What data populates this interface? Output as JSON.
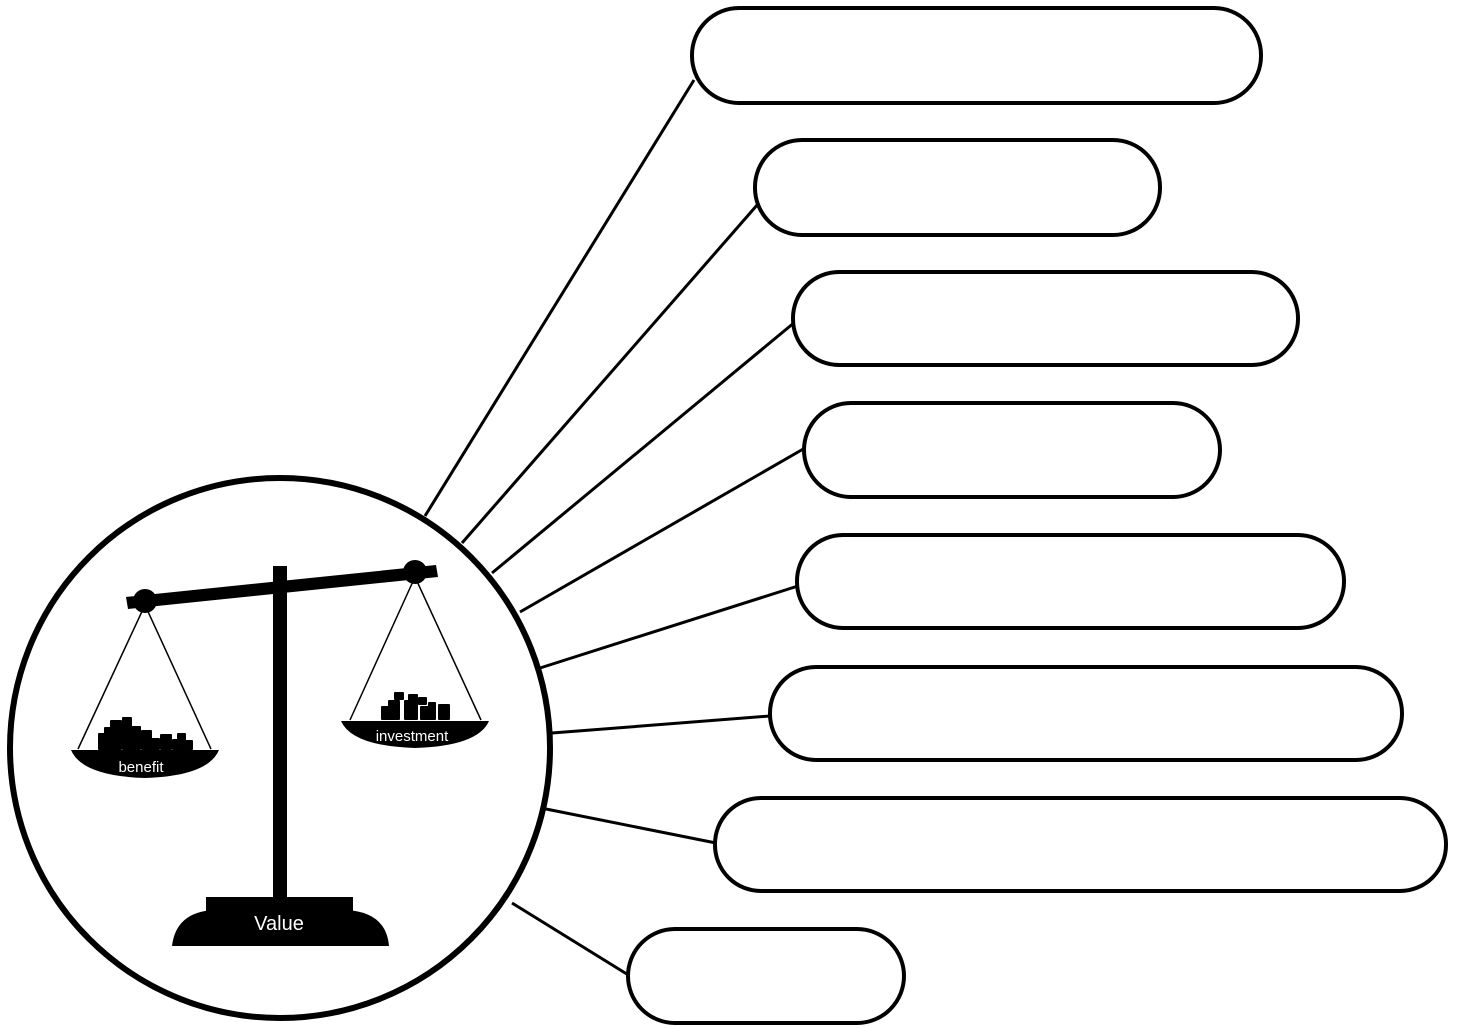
{
  "scale": {
    "left_pan_label": "benefit",
    "right_pan_label": "investment",
    "base_label": "Value"
  },
  "callouts": [
    {
      "text": ""
    },
    {
      "text": ""
    },
    {
      "text": ""
    },
    {
      "text": ""
    },
    {
      "text": ""
    },
    {
      "text": ""
    },
    {
      "text": ""
    },
    {
      "text": ""
    }
  ],
  "colors": {
    "stroke": "#000000",
    "fill": "#ffffff"
  },
  "icons": [
    "balance-scale-icon",
    "weights-icon"
  ]
}
